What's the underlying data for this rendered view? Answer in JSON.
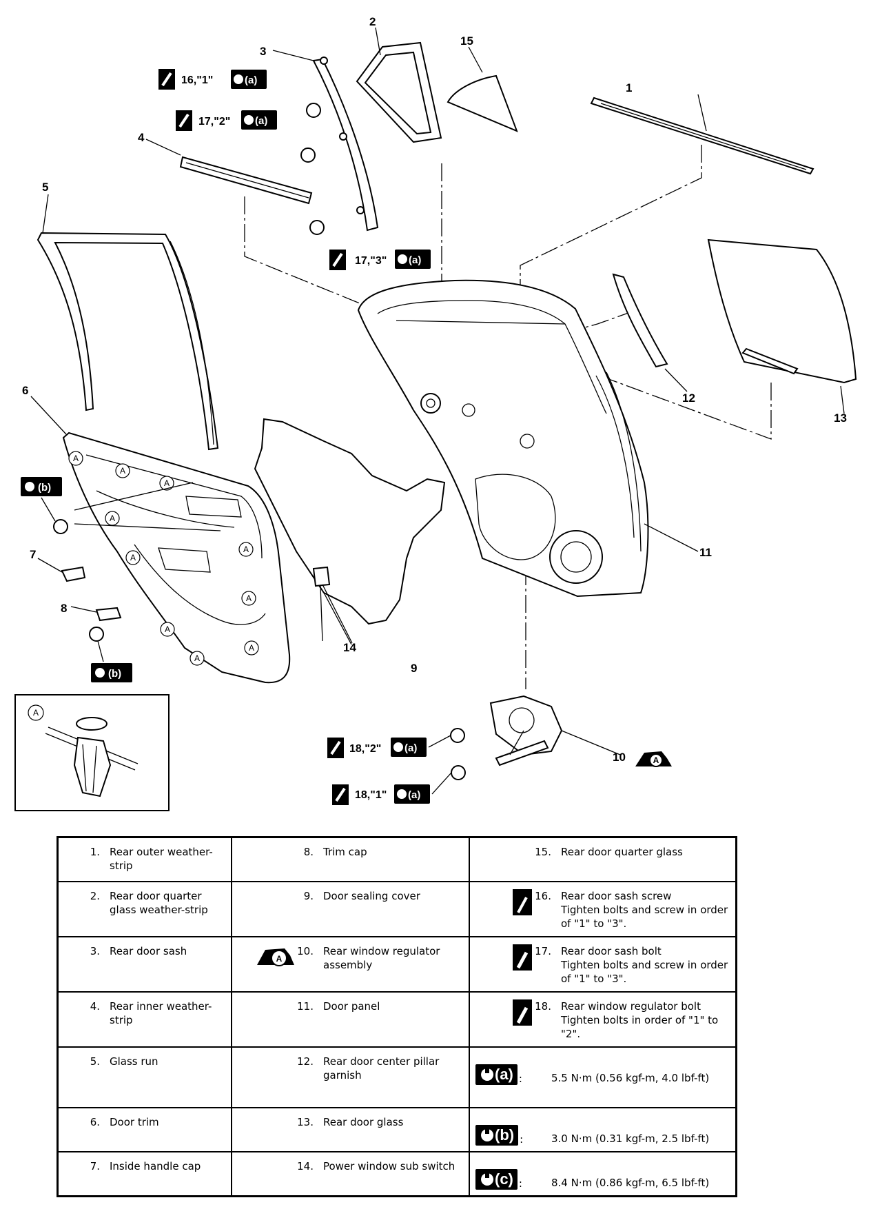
{
  "diagram": {
    "part_labels": [
      "1",
      "2",
      "3",
      "4",
      "5",
      "6",
      "7",
      "8",
      "9",
      "10",
      "11",
      "12",
      "13",
      "14",
      "15"
    ],
    "annotations": {
      "a16": "16,\"1\"",
      "a17_2": "17,\"2\"",
      "a17_3": "17,\"3\"",
      "a18_2": "18,\"2\"",
      "a18_1": "18,\"1\""
    },
    "badges": {
      "a": "(a)",
      "b": "(b)",
      "clip": "A"
    }
  },
  "legend": {
    "rows": [
      [
        {
          "num": "1.",
          "text": "Rear outer weather-strip"
        },
        {
          "num": "8.",
          "text": "Trim cap"
        },
        {
          "num": "15.",
          "text": "Rear door quarter glass"
        }
      ],
      [
        {
          "num": "2.",
          "text": "Rear door quarter glass weather-strip"
        },
        {
          "num": "9.",
          "text": "Door sealing cover"
        },
        {
          "num": "16.",
          "text": "Rear door sash screw\nTighten bolts and screw in order of \"1\" to \"3\"."
        }
      ],
      [
        {
          "num": "3.",
          "text": "Rear door sash"
        },
        {
          "num": "10.",
          "text": "Rear window regulator assembly"
        },
        {
          "num": "17.",
          "text": "Rear door sash bolt\nTighten bolts and screw in order of \"1\" to \"3\"."
        }
      ],
      [
        {
          "num": "4.",
          "text": "Rear inner weather-strip"
        },
        {
          "num": "11.",
          "text": "Door panel"
        },
        {
          "num": "18.",
          "text": "Rear window regulator bolt\nTighten bolts in order of \"1\" to \"2\"."
        }
      ],
      [
        {
          "num": "5.",
          "text": "Glass run"
        },
        {
          "num": "12.",
          "text": "Rear door center pillar garnish"
        },
        {
          "badge": "(a)",
          "text": "5.5 N·m (0.56 kgf-m, 4.0 lbf-ft)"
        }
      ],
      [
        {
          "num": "6.",
          "text": "Door trim"
        },
        {
          "num": "13.",
          "text": "Rear door glass"
        },
        {
          "badge": "(b)",
          "text": "3.0 N·m (0.31 kgf-m, 2.5 lbf-ft)"
        }
      ],
      [
        {
          "num": "7.",
          "text": "Inside handle cap"
        },
        {
          "num": "14.",
          "text": "Power window sub switch"
        },
        {
          "badge": "(c)",
          "text": "8.4 N·m (0.86 kgf-m, 6.5 lbf-ft)"
        }
      ]
    ]
  }
}
